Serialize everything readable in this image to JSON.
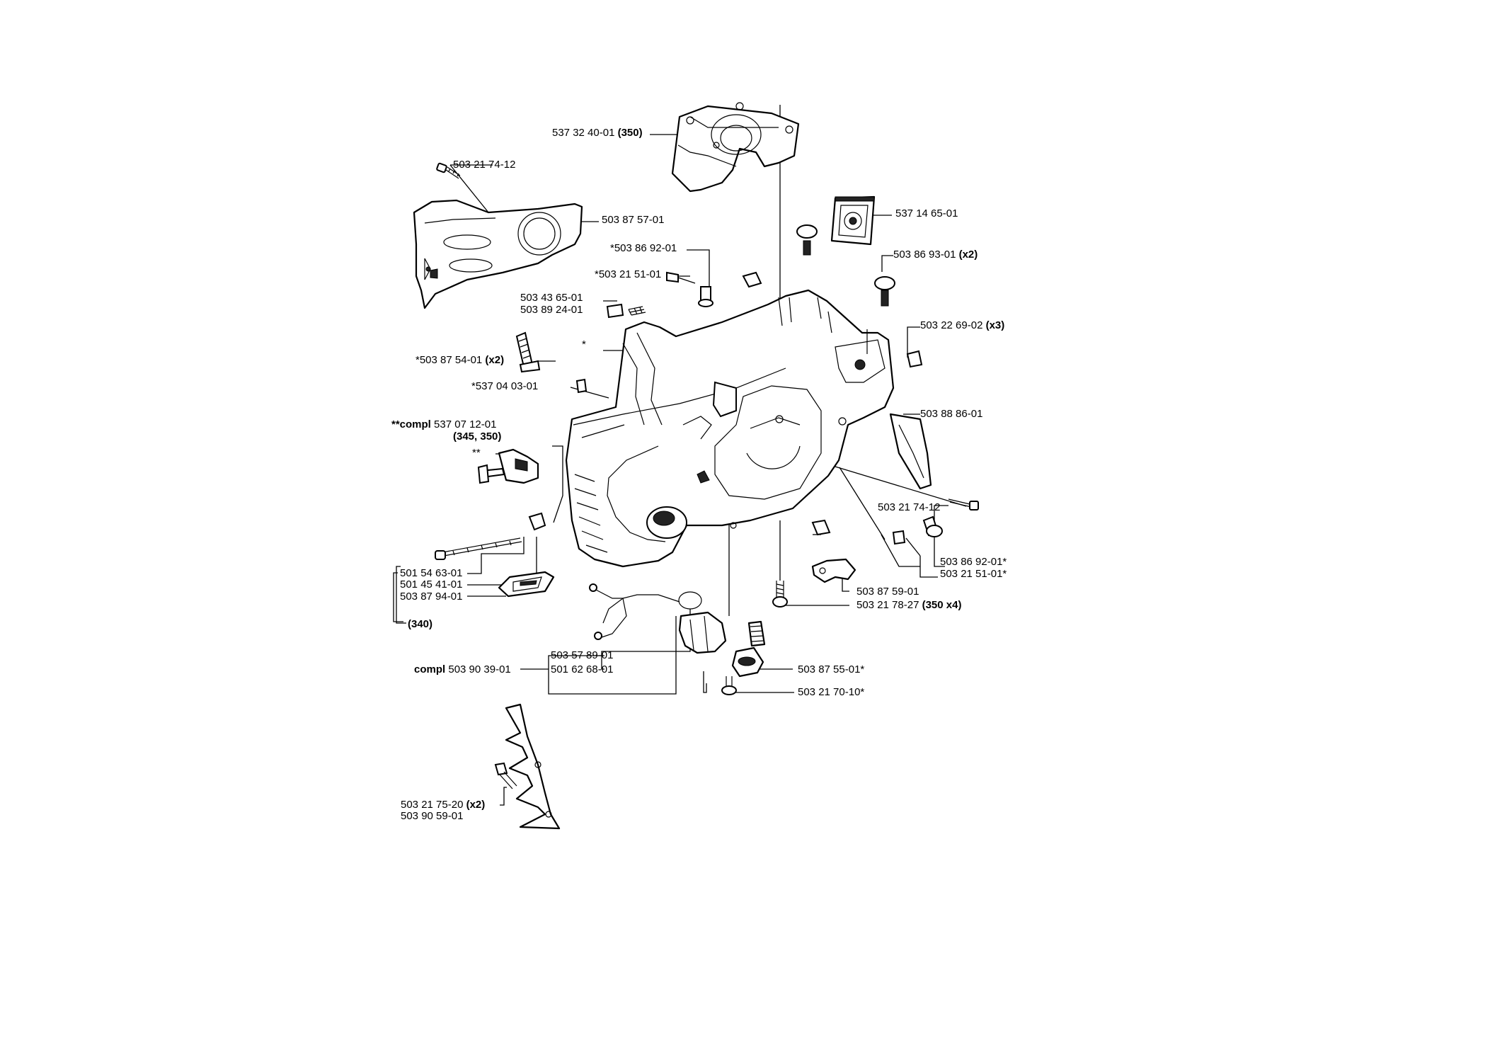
{
  "labels": {
    "l_cyl": {
      "text": "537 32 40-01",
      "bold": "(350)"
    },
    "l_screw1": {
      "text": "503 21 74-12",
      "bold": ""
    },
    "l_cover": {
      "text": "503 87 57-01",
      "bold": ""
    },
    "l_filter": {
      "text": "537 14 65-01",
      "bold": ""
    },
    "l_886921": {
      "text": "*503 86 92-01",
      "bold": ""
    },
    "l_869301": {
      "text": "503 86 93-01",
      "bold": "(x2)"
    },
    "l_215101": {
      "text": "*503 21 51-01",
      "bold": ""
    },
    "l_436501": {
      "text": "503 43 65-01",
      "bold": ""
    },
    "l_892401": {
      "text": "503 89 24-01",
      "bold": ""
    },
    "l_star": {
      "text": "*",
      "bold": ""
    },
    "l_226902": {
      "text": "503 22 69-02",
      "bold": "(x3)"
    },
    "l_875401": {
      "text": "*503 87 54-01",
      "bold": "(x2)"
    },
    "l_040301": {
      "text": "*537 04 03-01",
      "bold": ""
    },
    "l_888601": {
      "text": "503 88 86-01",
      "bold": ""
    },
    "l_compl1": {
      "text": "537 07 12-01",
      "bold": "**compl"
    },
    "l_compl1b": {
      "text": "",
      "bold": "(345, 350)"
    },
    "l_dstar": {
      "text": "**",
      "bold": ""
    },
    "l_217412b": {
      "text": "503 21 74-12",
      "bold": ""
    },
    "l_869201b": {
      "text": "503 86 92-01*",
      "bold": ""
    },
    "l_215101b": {
      "text": "503 21 51-01*",
      "bold": ""
    },
    "l_546301": {
      "text": "501 54 63-01",
      "bold": ""
    },
    "l_454101": {
      "text": "501 45 41-01",
      "bold": ""
    },
    "l_879401": {
      "text": "503 87 94-01",
      "bold": ""
    },
    "l_340": {
      "text": "",
      "bold": "(340)"
    },
    "l_875901": {
      "text": "503 87 59-01",
      "bold": ""
    },
    "l_217827": {
      "text": "503 21 78-27",
      "bold": "(350 x4)"
    },
    "l_578901": {
      "text": "503 57 89-01",
      "bold": ""
    },
    "l_626801": {
      "text": "501 62 68-01",
      "bold": ""
    },
    "l_compl2": {
      "text": "503 90 39-01",
      "bold": "compl"
    },
    "l_875501": {
      "text": "503 87 55-01*",
      "bold": ""
    },
    "l_217010": {
      "text": "503 21 70-10*",
      "bold": ""
    },
    "l_217520": {
      "text": "503 21 75-20",
      "bold": "(x2)"
    },
    "l_905901": {
      "text": "503 90 59-01",
      "bold": ""
    }
  }
}
